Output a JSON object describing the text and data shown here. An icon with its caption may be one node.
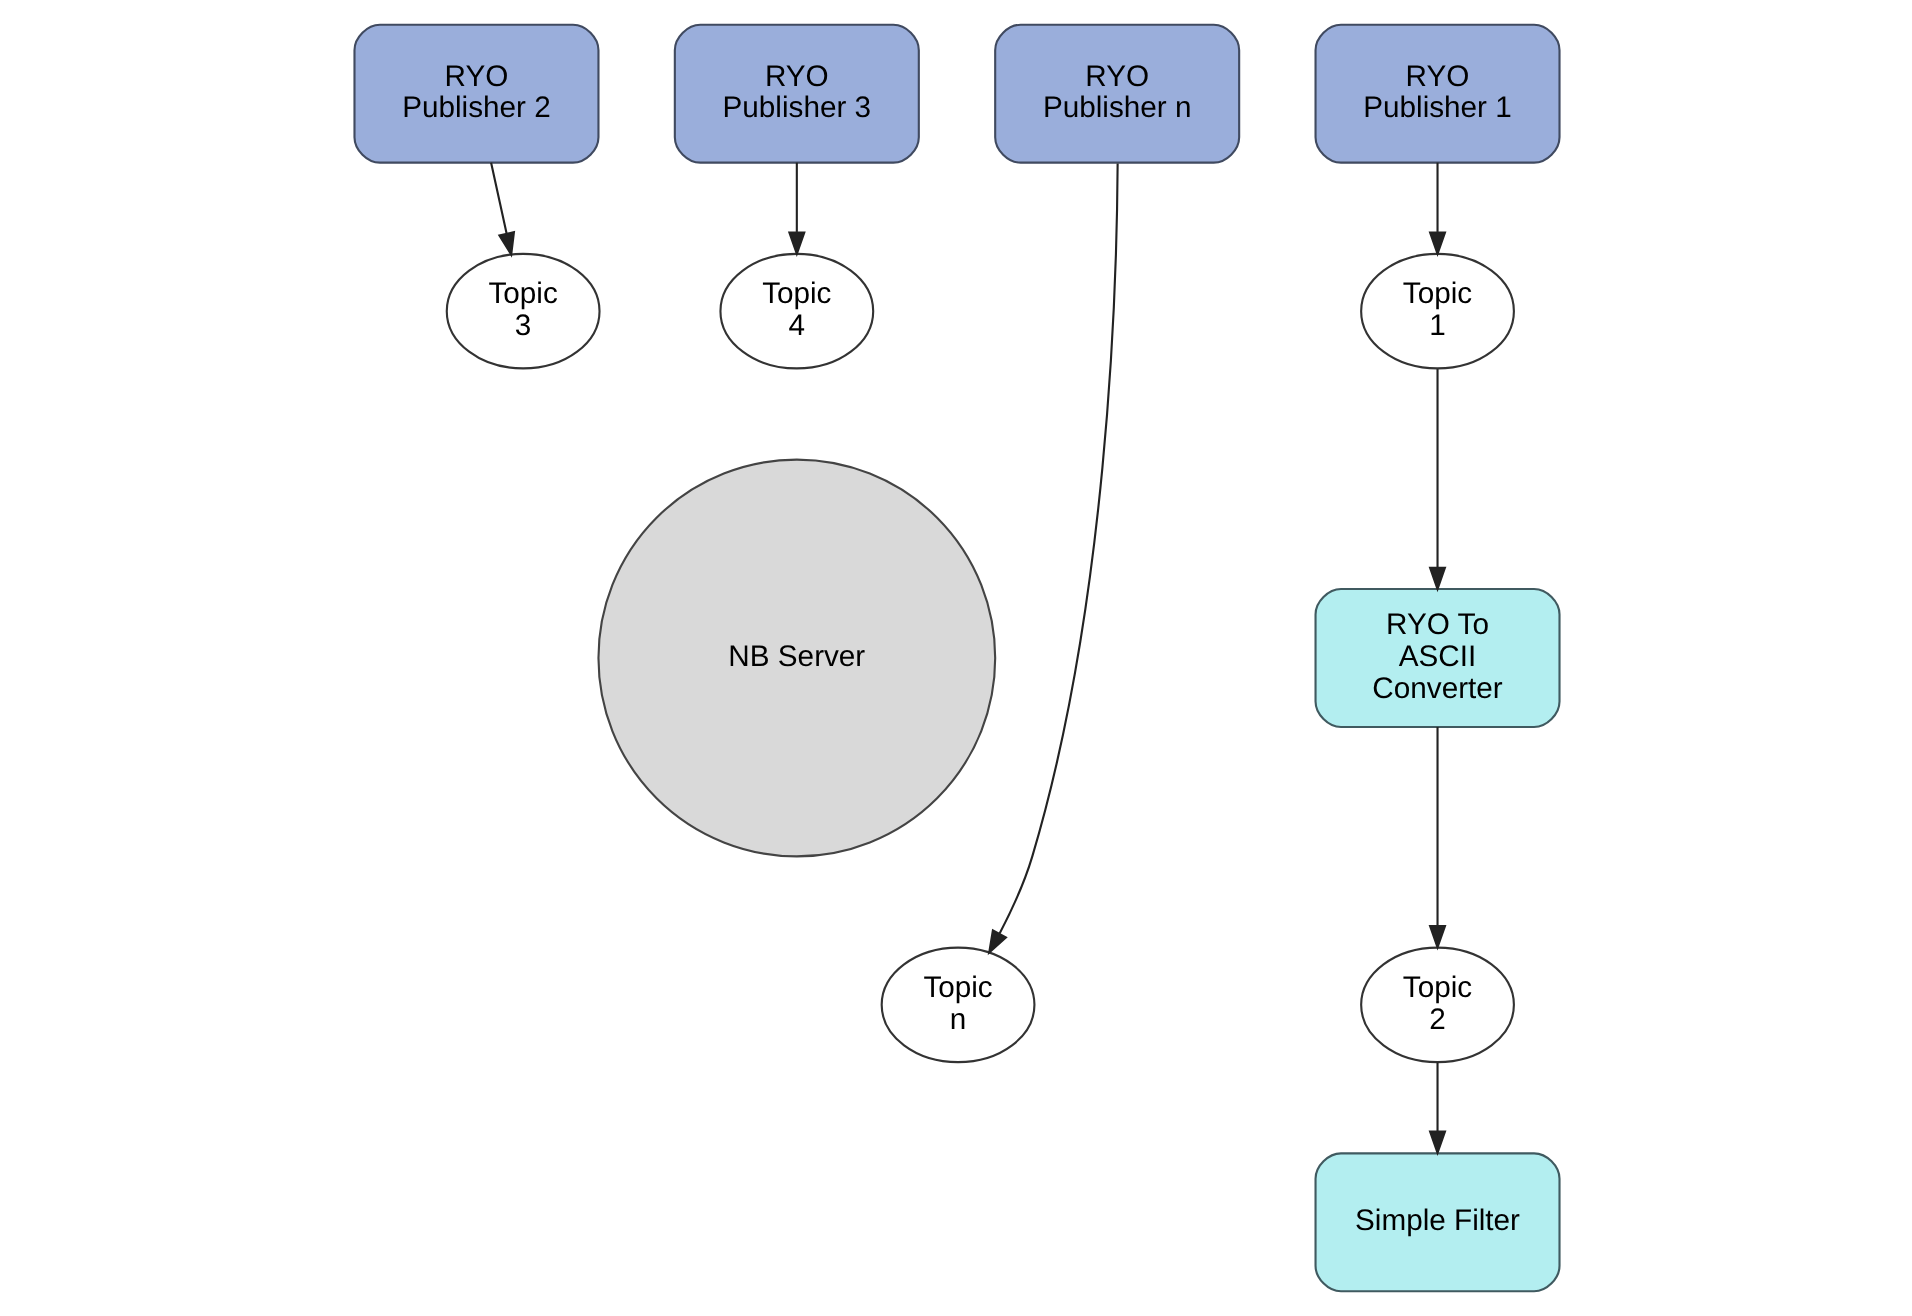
{
  "diagram": {
    "nodes": [
      {
        "text": [
          "RYO Publisher 2"
        ]
      },
      {
        "text": [
          "RYO Publisher 3"
        ]
      },
      {
        "text": [
          "Topic 3"
        ]
      },
      {
        "text": [
          "Topic 4"
        ]
      },
      {
        "text": [
          "RYO Publisher 1"
        ]
      },
      {
        "text": [
          "Topic 1"
        ]
      },
      {
        "text": [
          "NB Server"
        ]
      },
      {
        "text": [
          "RYO Publisher n"
        ]
      },
      {
        "text": [
          "RYO To ASCII Converter"
        ]
      },
      {
        "text": [
          "Topic 2"
        ]
      },
      {
        "text": [
          "Topic n"
        ]
      },
      {
        "text": [
          "Simple Filter"
        ]
      }
    ],
    "edges": [
      {
        "from": 0,
        "to": 2,
        "arrow": "to"
      },
      {
        "from": 1,
        "to": 3,
        "arrow": "to"
      },
      {
        "from": 4,
        "to": 5,
        "arrow": "to"
      },
      {
        "from": 5,
        "to": 8,
        "arrow": "to"
      },
      {
        "from": 8,
        "to": 9,
        "arrow": "to"
      },
      {
        "from": 9,
        "to": 11,
        "arrow": "to"
      },
      {
        "from": 7,
        "to": 10,
        "arrow": "to"
      }
    ]
  }
}
